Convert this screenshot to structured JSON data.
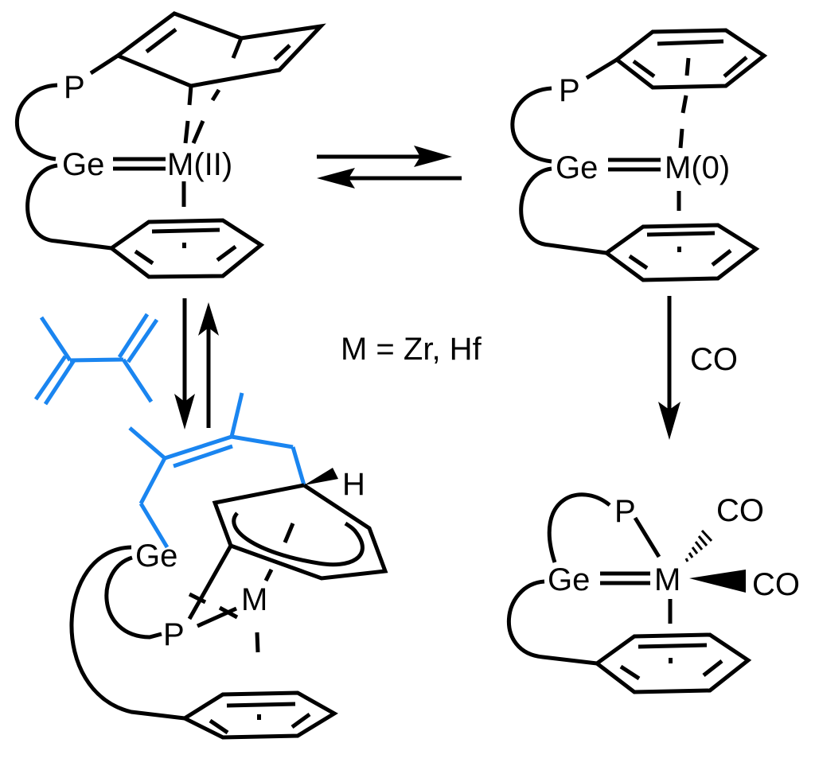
{
  "title": "Reactivity of germylene-ligated Zr/Hf arene complexes",
  "colors": {
    "bond": "#000000",
    "diene": "#1a85f0",
    "background": "#ffffff"
  },
  "legend": {
    "metal_definition": "M = Zr, Hf"
  },
  "reagents": {
    "co": "CO",
    "diene_name": "2,3-dimethyl-1,3-butadiene"
  },
  "arrows": [
    {
      "name": "equilibrium-right",
      "from": "complex-MII",
      "to": "complex-M0"
    },
    {
      "name": "equilibrium-left",
      "from": "complex-M0",
      "to": "complex-MII"
    },
    {
      "name": "down-diene",
      "from": "complex-MII",
      "to": "complex-diene-adduct"
    },
    {
      "name": "up-reverse",
      "from": "complex-diene-adduct",
      "to": "complex-MII"
    },
    {
      "name": "down-co",
      "from": "complex-M0",
      "to": "complex-carbonyl",
      "label": "CO"
    }
  ],
  "complexes": {
    "mII": {
      "ge": "Ge",
      "p": "P",
      "metal": "M(II)"
    },
    "m0": {
      "ge": "Ge",
      "p": "P",
      "metal": "M(0)"
    },
    "adduct": {
      "ge": "Ge",
      "p": "P",
      "metal": "M",
      "h": "H"
    },
    "carbonyl": {
      "ge": "Ge",
      "p": "P",
      "metal": "M",
      "co1": "CO",
      "co2": "CO"
    }
  }
}
